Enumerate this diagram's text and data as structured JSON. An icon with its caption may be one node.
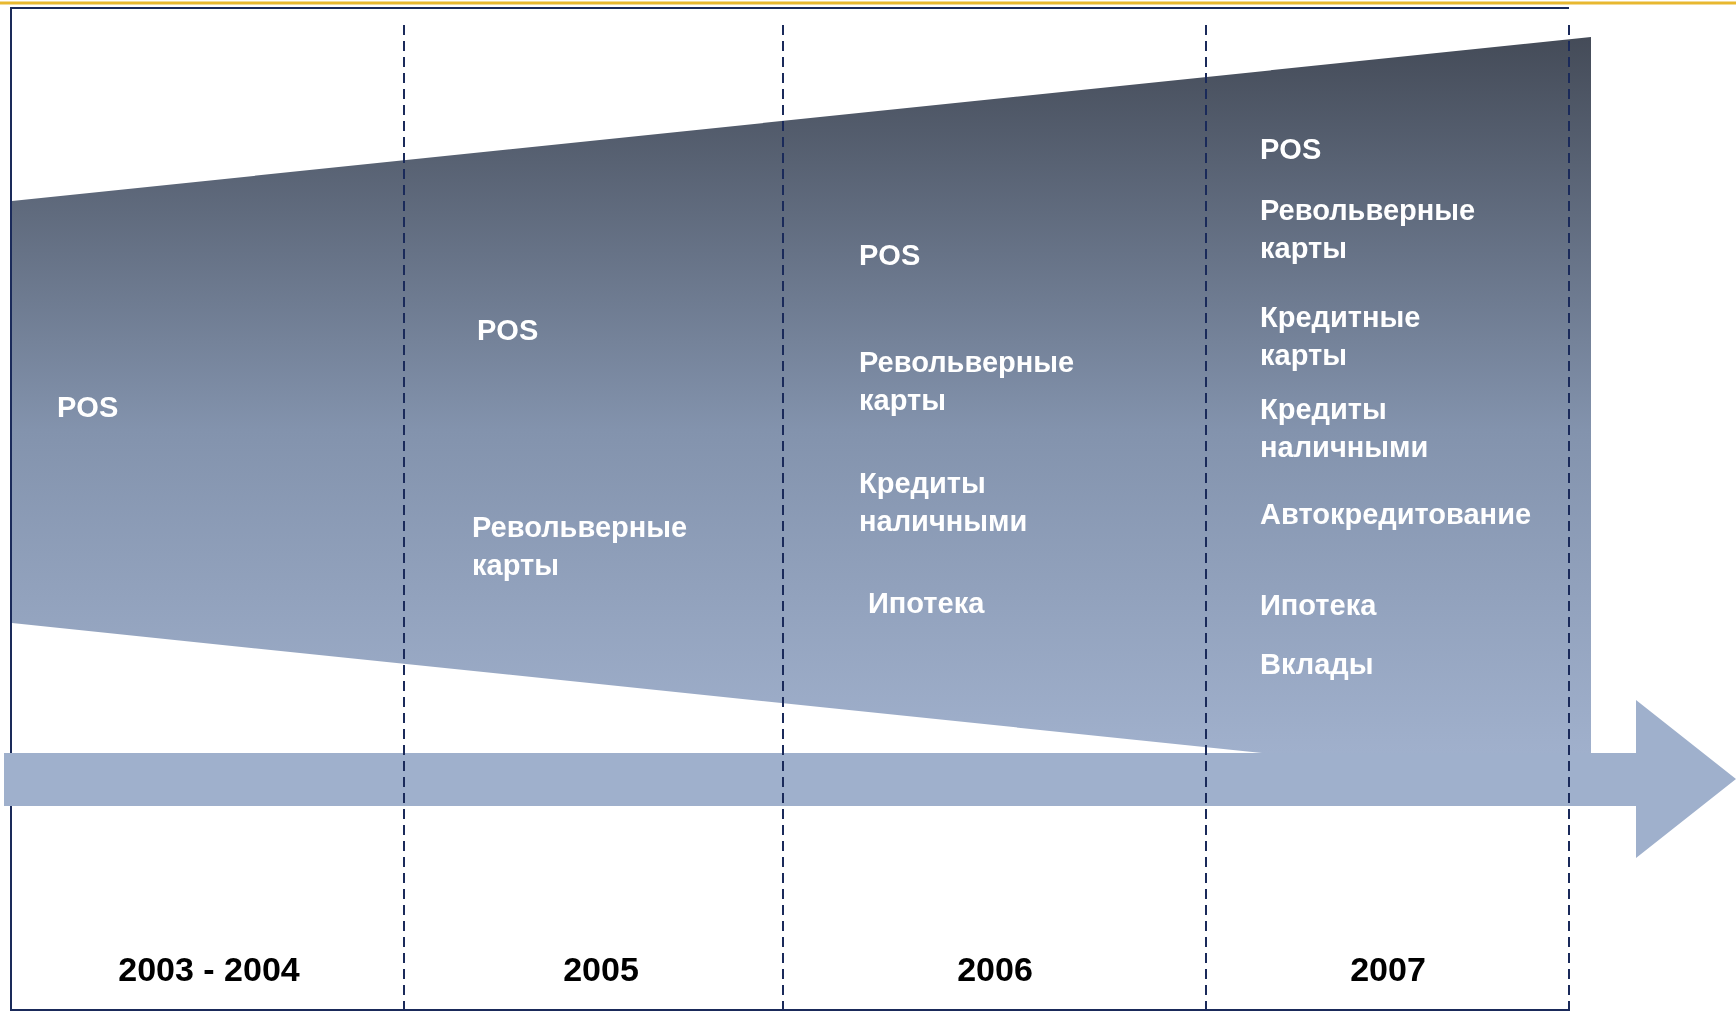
{
  "diagram": {
    "labels": [
      "POS",
      "POS",
      "Револьверные карты",
      "POS",
      "Револьверные карты",
      "Кредиты наличными",
      "Ипотека",
      "POS",
      "Револьверные карты",
      "Кредитные карты",
      "Кредиты наличными",
      "Автокредитование",
      "Ипотека",
      "Вклады",
      "2003 - 2004",
      "2005",
      "2006",
      "2007"
    ]
  }
}
